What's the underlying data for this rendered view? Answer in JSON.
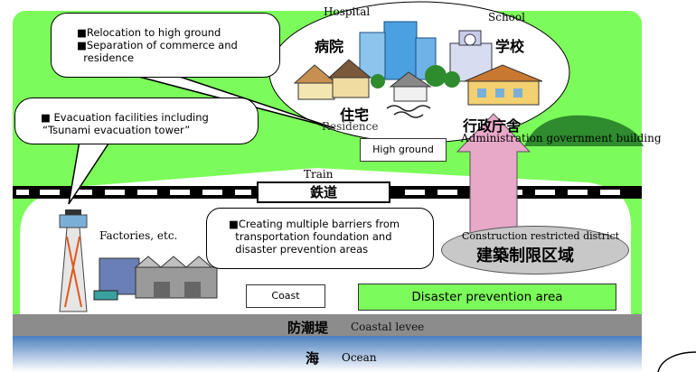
{
  "labels": {
    "hospital_en": "Hospital",
    "hospital_jp": "病院",
    "school_en": "School",
    "school_jp": "学校",
    "residence_jp": "住宅",
    "residence_en": "Residence",
    "admin_jp": "行政庁舎",
    "admin_en": "Administration government building",
    "high_ground": "High ground",
    "train_en": "Train",
    "train_jp": "鉄道",
    "factories": "Factories, etc.",
    "restricted_en": "Construction restricted district",
    "restricted_jp": "建築制限区域",
    "coast": "Coast",
    "disaster_area": "Disaster prevention area",
    "levee_jp": "防潮堤",
    "levee_en": "Coastal levee",
    "ocean_jp": "海",
    "ocean_en": "Ocean"
  },
  "callouts": {
    "relocation": [
      "■Relocation to high ground",
      "■Separation of commerce and",
      "  residence"
    ],
    "evacuation": [
      "■ Evacuation facilities including",
      "“Tsunami evacuation tower”"
    ],
    "barriers": [
      "■Creating multiple barriers from",
      "  transportation foundation and",
      "  disaster prevention areas"
    ]
  },
  "colors": {
    "land_green": "#7cfc5a",
    "forest_green": "#2e8b2e",
    "arrow_pink": "#e8a8c8",
    "levee_gray": "#8c8c8c",
    "ocean_blue": "#5b8fc7",
    "restricted_gray": "#c8c8c8"
  }
}
